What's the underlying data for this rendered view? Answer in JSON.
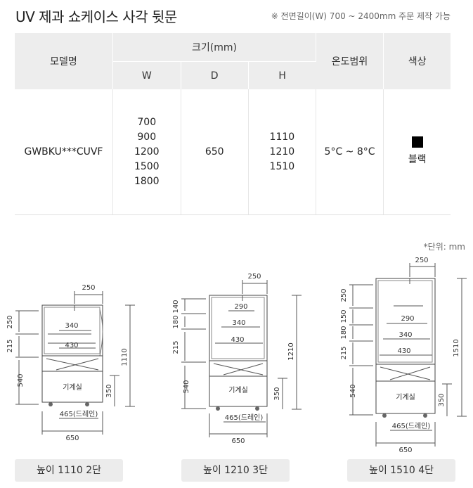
{
  "page": {
    "title": "UV 제과 쇼케이스 사각 뒷문",
    "note": "※ 전면길이(W) 700 ~ 2400mm 주문 제작 가능"
  },
  "table": {
    "headers": {
      "model": "모델명",
      "size": "크기(mm)",
      "w": "W",
      "d": "D",
      "h": "H",
      "temp": "온도범위",
      "color": "색상"
    },
    "row": {
      "model": "GWBKU***CUVF",
      "w_values": [
        "700",
        "900",
        "1200",
        "1500",
        "1800"
      ],
      "d_value": "650",
      "h_values": [
        "1110",
        "1210",
        "1510"
      ],
      "temp": "5°C ~ 8°C",
      "color_name": "블랙",
      "color_hex": "#000000"
    }
  },
  "unit_note": "*단위: mm",
  "diagrams": [
    {
      "label": "높이 1110 2단",
      "top_width": "250",
      "shelves": [
        "340",
        "430"
      ],
      "left_dims": [
        "250",
        "215",
        "540"
      ],
      "machine_room": "기계실",
      "bottom_inner": "465(드레인)",
      "bottom_outer": "650",
      "right_dims": [
        "1110",
        "350"
      ]
    },
    {
      "label": "높이 1210 3단",
      "top_width": "250",
      "shelves": [
        "290",
        "340",
        "430"
      ],
      "left_dims": [
        "140",
        "180",
        "215",
        "540"
      ],
      "machine_room": "기계실",
      "bottom_inner": "465(드레인)",
      "bottom_outer": "650",
      "right_dims": [
        "1210",
        "350"
      ]
    },
    {
      "label": "높이 1510 4단",
      "top_width": "250",
      "shelves": [
        "290",
        "340",
        "430"
      ],
      "left_dims": [
        "250",
        "150",
        "180",
        "215",
        "540"
      ],
      "machine_room": "기계실",
      "bottom_inner": "465(드레인)",
      "bottom_outer": "650",
      "right_dims": [
        "1510",
        "350"
      ]
    }
  ]
}
